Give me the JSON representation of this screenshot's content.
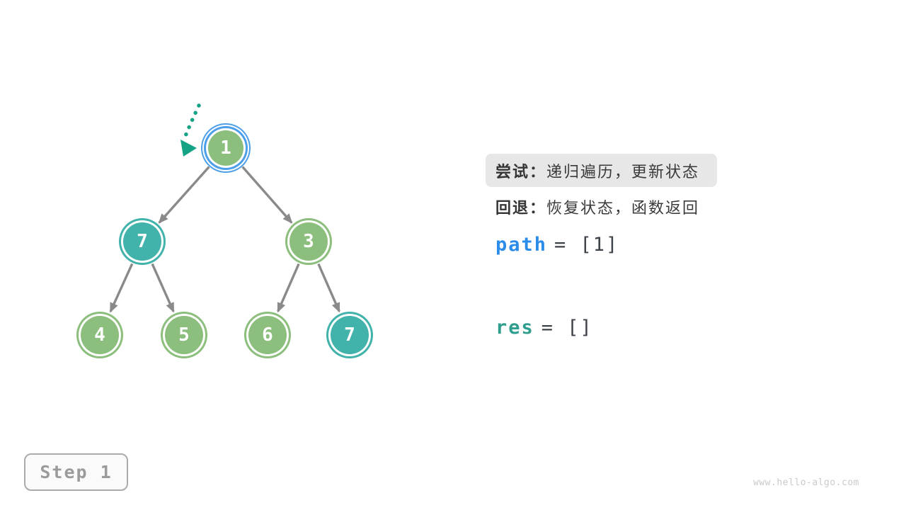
{
  "colors": {
    "node-green": "#8cbe7d",
    "node-teal": "#41b3ab",
    "active-ring-blue": "#4c9fe8",
    "edge-gray": "#8a8a8a",
    "pointer-teal": "#14a385",
    "path-blue": "#2b8cea",
    "res-teal": "#2f9e8e",
    "text-dark": "#3a3a3a",
    "code-dark": "#3d4148",
    "highlight-bg": "#e7e7e7",
    "step-gray": "#9b9b9b",
    "watermark-gray": "#cacaca"
  },
  "tree": {
    "nodes": [
      {
        "value": "1"
      },
      {
        "value": "7"
      },
      {
        "value": "3"
      },
      {
        "value": "4"
      },
      {
        "value": "5"
      },
      {
        "value": "6"
      },
      {
        "value": "7"
      }
    ]
  },
  "legend": {
    "try_label": "尝试：",
    "try_text": "递归遍历，更新状态",
    "backtrack_label": "回退：",
    "backtrack_text": "恢复状态，函数返回"
  },
  "state": {
    "path_name": "path",
    "path_rest": "= [1]",
    "res_name": "res",
    "res_rest": "= []"
  },
  "footer": {
    "step_label": "Step 1",
    "watermark": "www.hello-algo.com"
  }
}
